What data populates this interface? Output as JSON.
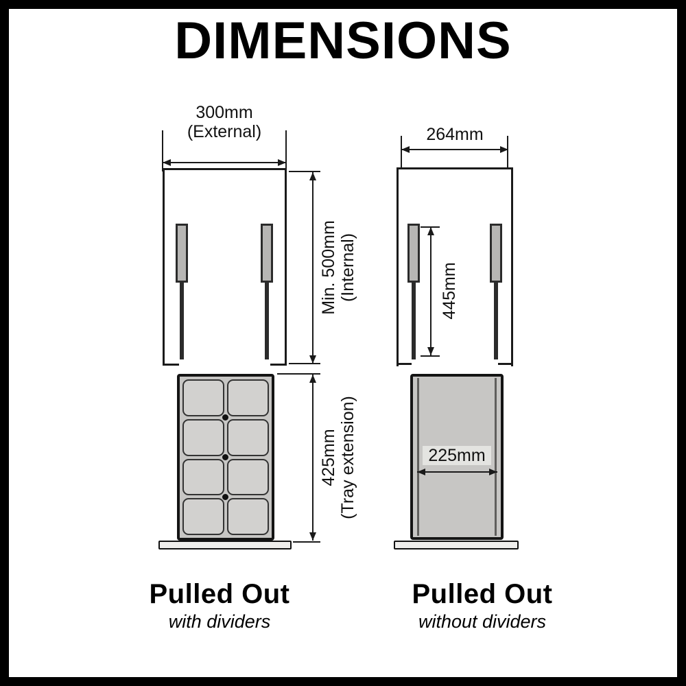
{
  "title": "DIMENSIONS",
  "diagrams": {
    "with_dividers": {
      "external_width": {
        "value": "300mm",
        "qualifier": "(External)"
      },
      "internal_height": {
        "value": "Min. 500mm",
        "qualifier": "(Internal)"
      },
      "tray_extension": {
        "value": "425mm",
        "qualifier": "(Tray extension)"
      },
      "caption": "Pulled Out",
      "subcaption": "with dividers"
    },
    "without_dividers": {
      "external_width": {
        "value": "264mm"
      },
      "internal_height": {
        "value": "445mm"
      },
      "tray_width": {
        "value": "225mm"
      },
      "caption": "Pulled Out",
      "subcaption": "without dividers"
    }
  },
  "colors": {
    "background": "#ffffff",
    "border": "#000000",
    "line": "#1a1a1a",
    "tray_fill": "#c7c6c4",
    "cell_fill": "#d2d1cf",
    "rail_dark": "#2b2b2b"
  }
}
